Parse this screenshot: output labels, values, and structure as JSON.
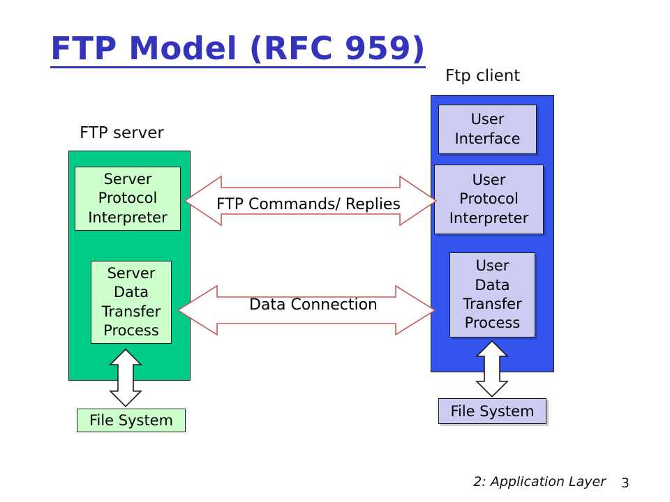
{
  "slide": {
    "title": "FTP Model (RFC 959)",
    "title_color": "#3333bb",
    "background": "#ffffff"
  },
  "server": {
    "label": "FTP server",
    "box_color": "#00cc88",
    "component_color": "#ccffcc",
    "components": [
      {
        "name": "server-protocol-interpreter",
        "lines": [
          "Server",
          "Protocol",
          "Interpreter"
        ]
      },
      {
        "name": "server-data-transfer-process",
        "lines": [
          "Server",
          "Data",
          "Transfer",
          "Process"
        ]
      }
    ],
    "file_system": "File System"
  },
  "client": {
    "label": "Ftp client",
    "box_color": "#3355ee",
    "component_color": "#ccccf2",
    "components": [
      {
        "name": "user-interface",
        "lines": [
          "User",
          "Interface"
        ]
      },
      {
        "name": "user-protocol-interpreter",
        "lines": [
          "User",
          "Protocol",
          "Interpreter"
        ]
      },
      {
        "name": "user-data-transfer-process",
        "lines": [
          "User",
          "Data",
          "Transfer",
          "Process"
        ]
      }
    ],
    "file_system": "File System"
  },
  "connections": [
    {
      "name": "control-connection",
      "label": "FTP Commands/ Replies",
      "stroke": "#cc5555",
      "fill": "#ffffff"
    },
    {
      "name": "data-connection",
      "label": "Data Connection",
      "stroke": "#cc5555",
      "fill": "#ffffff"
    }
  ],
  "vertical_arrows": [
    {
      "name": "server-filesystem-arrow",
      "stroke": "#1a1a1a",
      "fill": "#ffffff"
    },
    {
      "name": "client-filesystem-arrow",
      "stroke": "#1a1a1a",
      "fill": "#ffffff"
    }
  ],
  "footer": {
    "text": "2: Application Layer",
    "page": "3"
  }
}
